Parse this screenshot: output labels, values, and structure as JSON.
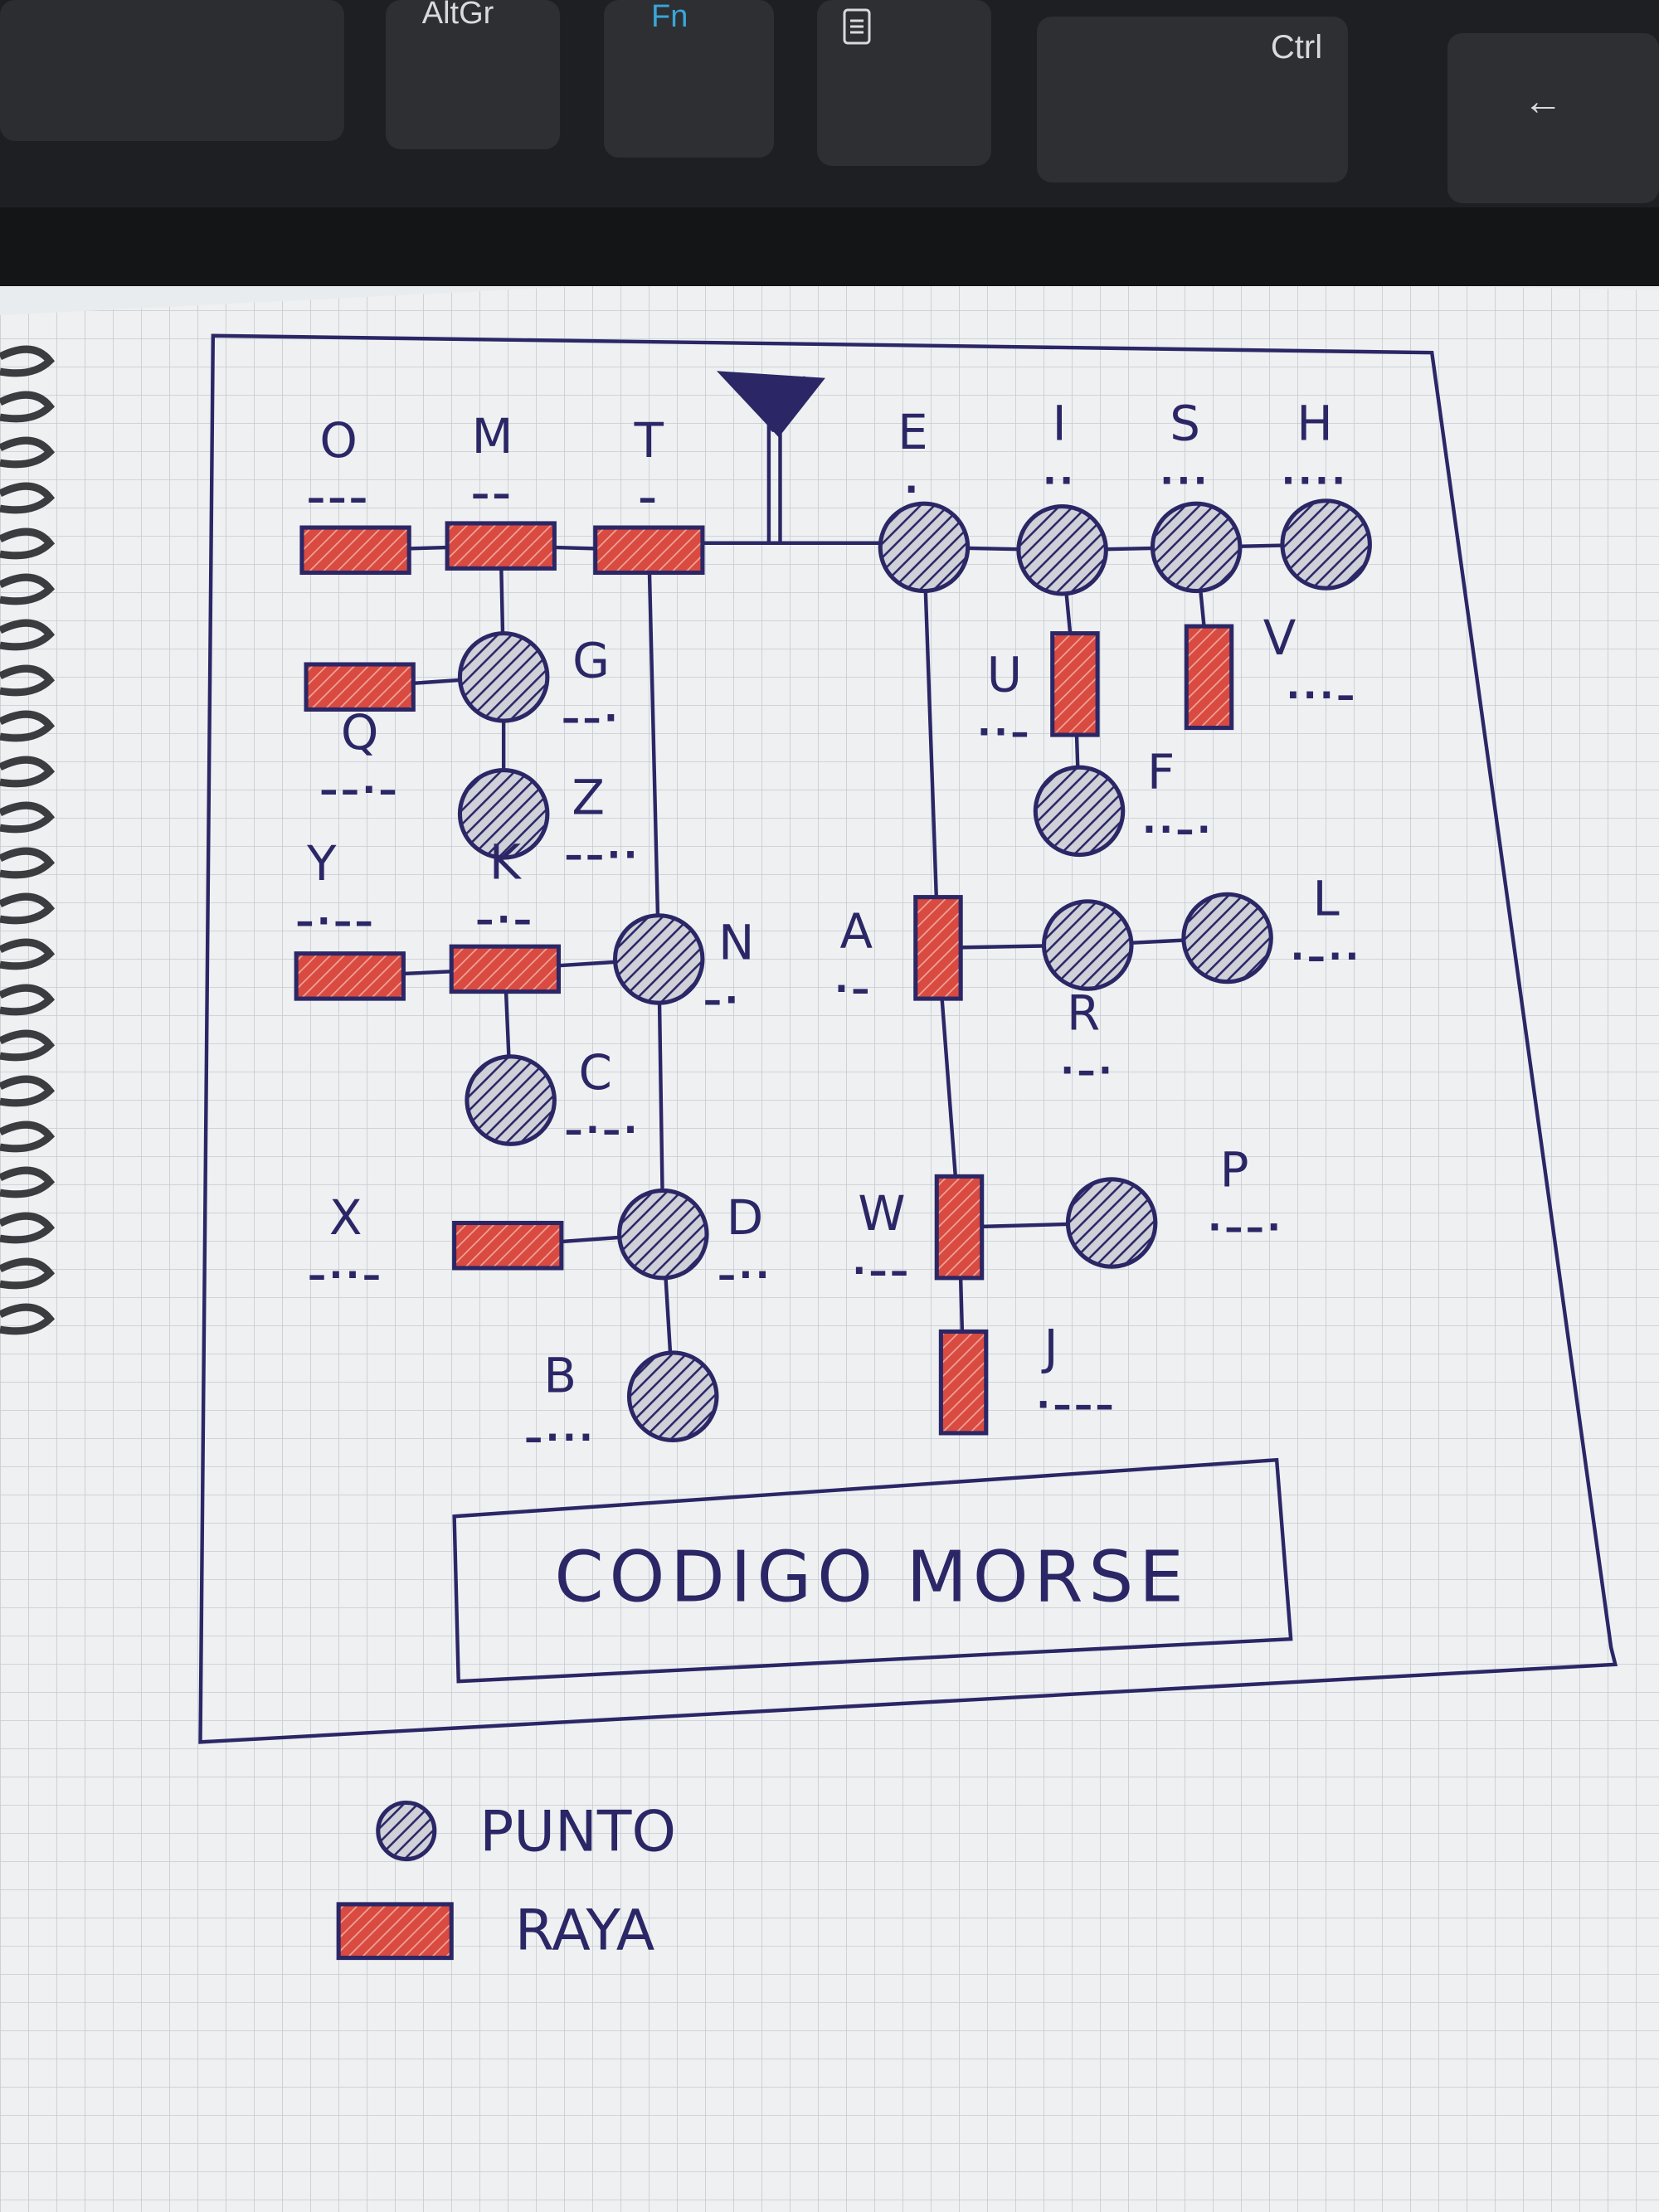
{
  "keyboard": {
    "keys": [
      {
        "label": "AltGr"
      },
      {
        "label": "Fn"
      },
      {
        "label": "",
        "icon": "menu-icon"
      },
      {
        "label": "Ctrl"
      },
      {
        "label": "←",
        "icon": "arrow-left-icon"
      }
    ],
    "fn_color": "#3aa6d8"
  },
  "diagram": {
    "title": "CODIGO MORSE",
    "colors": {
      "ink": "#2b2766",
      "dash_fill": "#d94a40",
      "paper": "#eef0f1",
      "grid": "#c5cbd1"
    },
    "nodes": [
      {
        "letter": "E",
        "code": "·",
        "kind": "dot"
      },
      {
        "letter": "I",
        "code": "··",
        "kind": "dot"
      },
      {
        "letter": "S",
        "code": "···",
        "kind": "dot"
      },
      {
        "letter": "H",
        "code": "····",
        "kind": "dot"
      },
      {
        "letter": "T",
        "code": "–",
        "kind": "dash"
      },
      {
        "letter": "M",
        "code": "––",
        "kind": "dash"
      },
      {
        "letter": "O",
        "code": "–––",
        "kind": "dash"
      },
      {
        "letter": "G",
        "code": "––·",
        "kind": "dot"
      },
      {
        "letter": "Q",
        "code": "––·–",
        "kind": "dash"
      },
      {
        "letter": "Z",
        "code": "––··",
        "kind": "dot"
      },
      {
        "letter": "N",
        "code": "–·",
        "kind": "dot"
      },
      {
        "letter": "K",
        "code": "–·–",
        "kind": "dash"
      },
      {
        "letter": "Y",
        "code": "–·––",
        "kind": "dash"
      },
      {
        "letter": "C",
        "code": "–·–·",
        "kind": "dot"
      },
      {
        "letter": "D",
        "code": "–··",
        "kind": "dot"
      },
      {
        "letter": "X",
        "code": "–··–",
        "kind": "dash"
      },
      {
        "letter": "B",
        "code": "–···",
        "kind": "dot"
      },
      {
        "letter": "U",
        "code": "··–",
        "kind": "dash"
      },
      {
        "letter": "V",
        "code": "···–",
        "kind": "dash"
      },
      {
        "letter": "F",
        "code": "··–·",
        "kind": "dot"
      },
      {
        "letter": "A",
        "code": "·–",
        "kind": "dash"
      },
      {
        "letter": "R",
        "code": "·–·",
        "kind": "dot"
      },
      {
        "letter": "L",
        "code": "·–··",
        "kind": "dot"
      },
      {
        "letter": "W",
        "code": "·––",
        "kind": "dash"
      },
      {
        "letter": "P",
        "code": "·––·",
        "kind": "dot"
      },
      {
        "letter": "J",
        "code": "·–––",
        "kind": "dash"
      }
    ]
  },
  "legend": {
    "dot_label": "PUNTO",
    "dash_label": "RAYA"
  }
}
